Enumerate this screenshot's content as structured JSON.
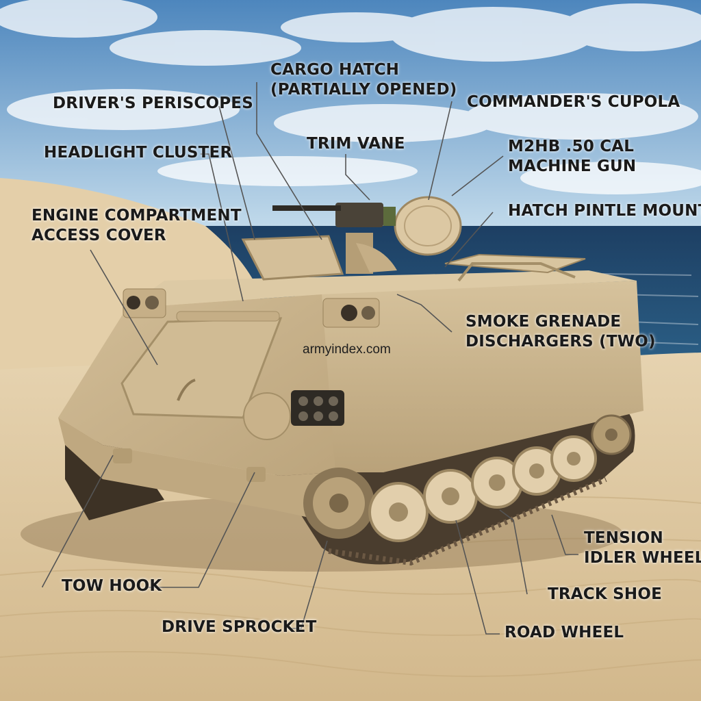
{
  "watermark": "armyindex.com",
  "labels": {
    "cargo_hatch": [
      "CARGO HATCH",
      "(PARTIALLY OPENED)"
    ],
    "drivers_periscopes": "DRIVER'S PERISCOPES",
    "commanders_cupola": "COMMANDER'S CUPOLA",
    "trim_vane": "TRIM VANE",
    "headlight_cluster": "HEADLIGHT CLUSTER",
    "machine_gun": [
      "M2HB .50 CAL",
      "MACHINE GUN"
    ],
    "engine_cover": [
      "ENGINE COMPARTMENT",
      "ACCESS COVER"
    ],
    "pintle_mount": "HATCH PINTLE MOUNT",
    "smoke_dischargers": [
      "SMOKE GRENADE",
      "DISCHARGERS (TWO)"
    ],
    "tension_idler": [
      "TENSION",
      "IDLER WHEEL"
    ],
    "tow_hook": "TOW HOOK",
    "track_shoe": "TRACK SHOE",
    "drive_sprocket": "DRIVE SPROCKET",
    "road_wheel": "ROAD WHEEL"
  },
  "colors": {
    "sky_top": "#4d86bd",
    "sky_bottom": "#b9d3e6",
    "sea": "#1f4a70",
    "sand": "#dcc39b",
    "hull": "#c9b28a",
    "track": "#4a3d2e",
    "text": "#1a1a1a"
  }
}
